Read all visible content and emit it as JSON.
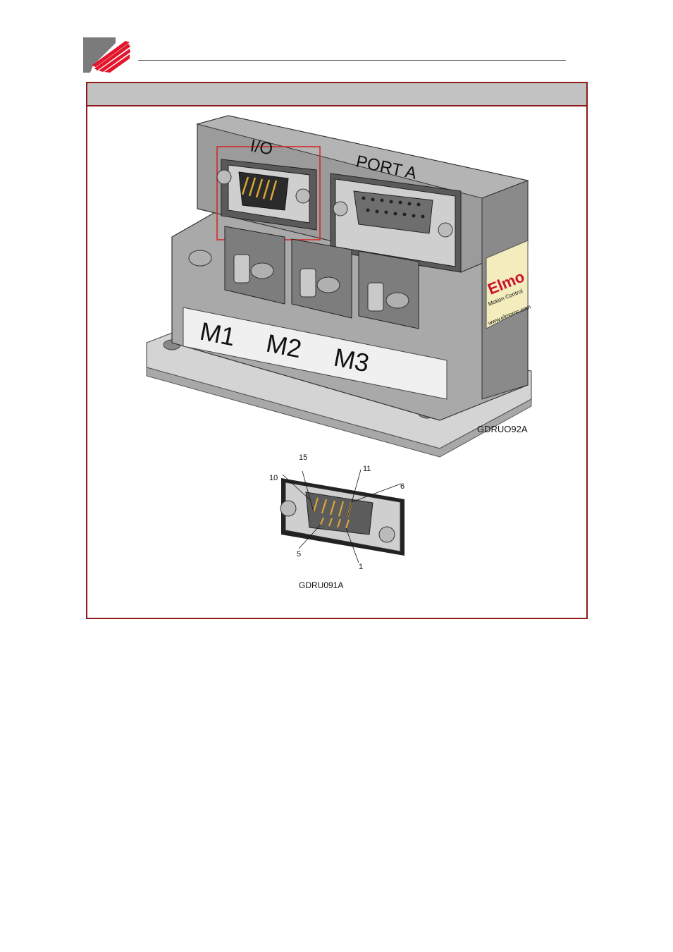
{
  "figure_top": {
    "caption": "GDRUO92A",
    "labels": {
      "io": "I/O",
      "port_a": "PORT A",
      "m1": "M1",
      "m2": "M2",
      "m3": "M3",
      "brand": "Elmo",
      "brand_sub": "Motion Control",
      "brand_url": "www.elmomc.com"
    }
  },
  "figure_bottom": {
    "caption": "GDRU091A",
    "pins": {
      "p15": "15",
      "p11": "11",
      "p10": "10",
      "p6": "6",
      "p5": "5",
      "p1": "1"
    }
  }
}
